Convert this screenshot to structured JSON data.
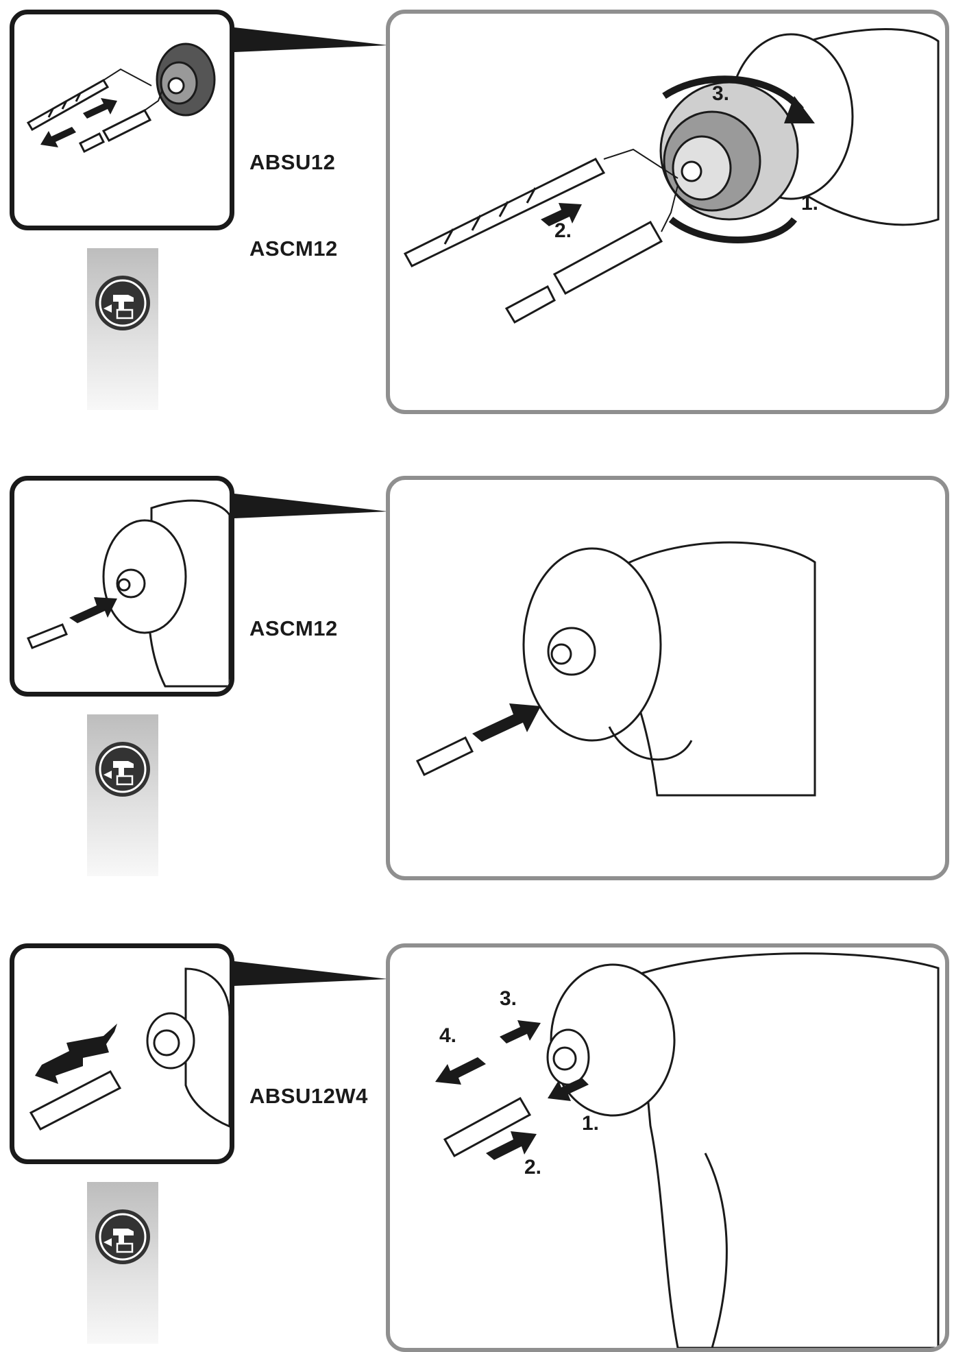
{
  "sections": [
    {
      "models": [
        "ABSU12",
        "ASCM12"
      ],
      "step_labels": [
        "1.",
        "2.",
        "3."
      ]
    },
    {
      "models": [
        "ASCM12"
      ],
      "step_labels": []
    },
    {
      "models": [
        "ABSU12W4"
      ],
      "step_labels": [
        "1.",
        "2.",
        "3.",
        "4."
      ]
    }
  ],
  "icons": {
    "battery_tool": "battery-removal-icon"
  },
  "colors": {
    "line": "#1a1a1a",
    "panel_border": "#8f8f8f",
    "strip_top": "#bdbdbd"
  }
}
